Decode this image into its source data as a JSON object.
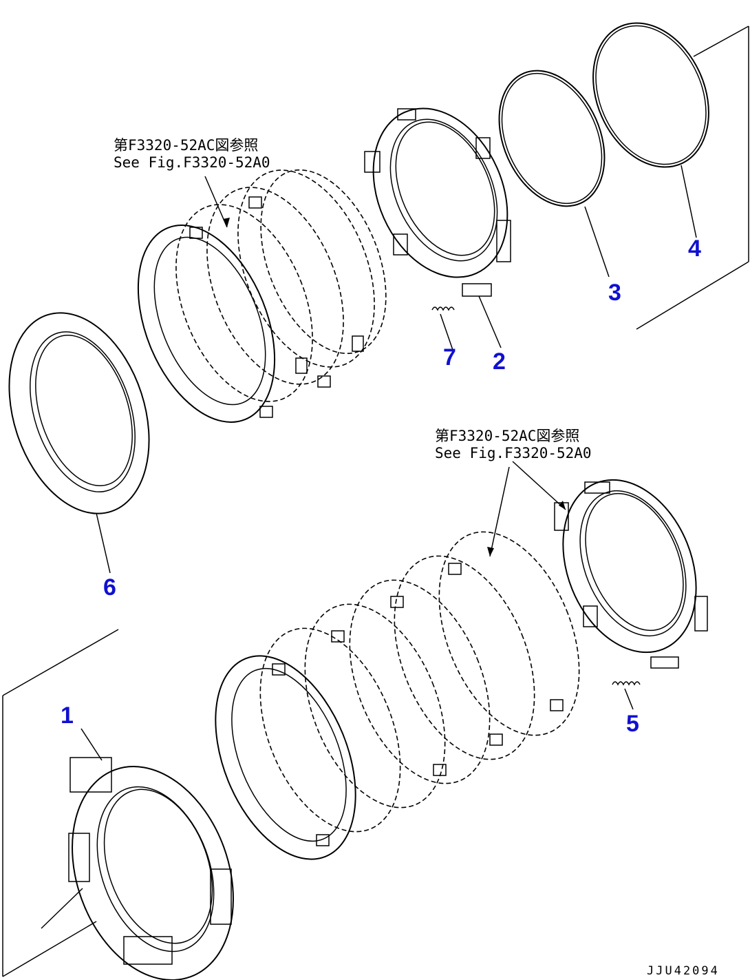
{
  "callouts": [
    {
      "id": "1",
      "label": "1"
    },
    {
      "id": "2",
      "label": "2"
    },
    {
      "id": "3",
      "label": "3"
    },
    {
      "id": "4",
      "label": "4"
    },
    {
      "id": "5",
      "label": "5"
    },
    {
      "id": "6",
      "label": "6"
    },
    {
      "id": "7",
      "label": "7"
    }
  ],
  "references": [
    {
      "line_jp": "第F3320-52AC図参照",
      "line_en": "See Fig.F3320-52A0"
    },
    {
      "line_jp": "第F3320-52AC図参照",
      "line_en": "See Fig.F3320-52A0"
    }
  ],
  "drawing_code": "JJU42094",
  "colors": {
    "callout": "#1010d0",
    "line": "#000000",
    "background": "#ffffff"
  }
}
